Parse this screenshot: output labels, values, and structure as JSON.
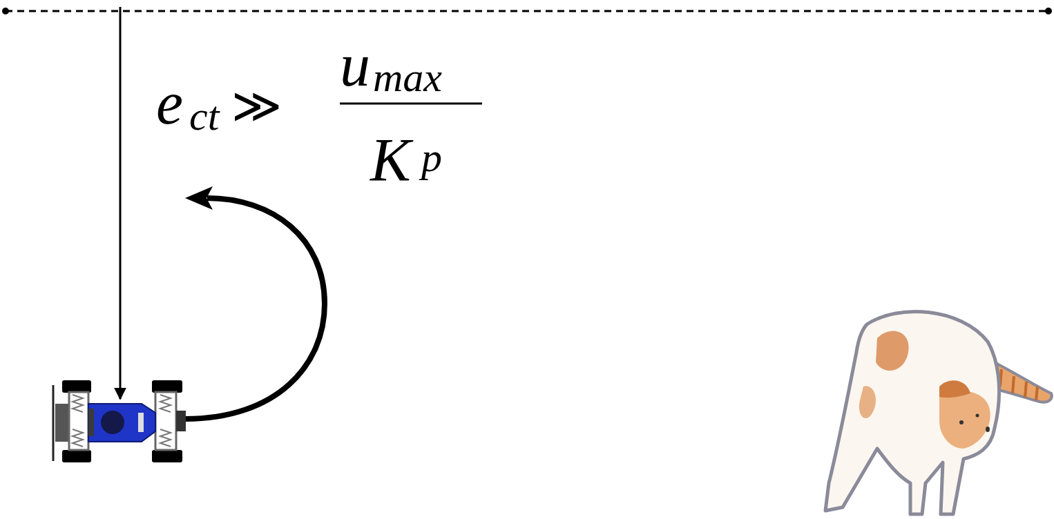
{
  "diagram": {
    "labels": [
      "e",
      "ct",
      "≫",
      "u",
      "max",
      "K",
      "p"
    ]
  }
}
